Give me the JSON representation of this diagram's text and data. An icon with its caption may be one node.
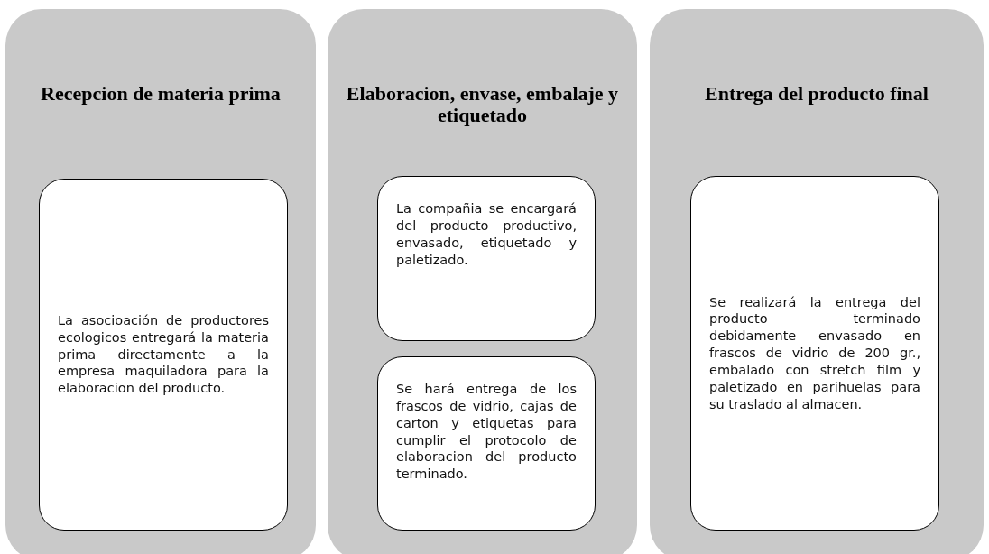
{
  "diagram": {
    "nodes": [
      {
        "text": [
          "Recepcion de materia prima"
        ]
      },
      {
        "text": [
          "La asocioación de productores ecologicos entregará la materia prima directamente a la empresa maquiladora para la elaboracion del producto."
        ],
        "in": 0
      },
      {
        "text": [
          "Elaboracion, envase, embalaje y etiquetado"
        ]
      },
      {
        "text": [
          "La compañia se encargará del producto productivo, envasado, etiquetado y paletizado."
        ],
        "in": 2
      },
      {
        "text": [
          "Se hará entrega de los frascos de vidrio, cajas de carton y etiquetas para cumplir el protocolo de elaboracion del producto terminado."
        ],
        "in": 2
      },
      {
        "text": [
          "Entrega del producto final"
        ]
      },
      {
        "text": [
          "Se realizará la entrega del producto terminado debidamente envasado en frascos de vidrio de 200 gr., embalado con stretch film y paletizado en parihuelas para su traslado al almacen."
        ],
        "in": 5
      }
    ]
  }
}
